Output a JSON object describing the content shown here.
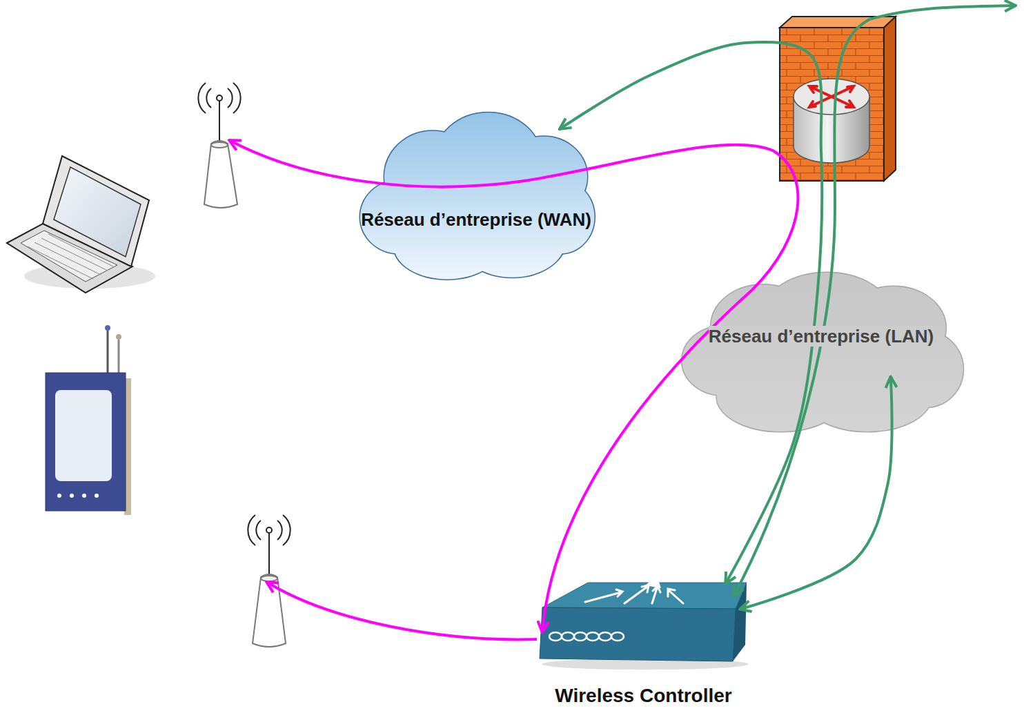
{
  "diagram": {
    "nodes": [
      {
        "text": [
          "Réseau d’entreprise (WAN)"
        ]
      },
      {
        "text": [
          "Réseau d’entreprise (LAN)"
        ]
      },
      {
        "text": [
          "Wireless Controller"
        ]
      }
    ],
    "edges": [
      {
        "from": 2,
        "to": 0,
        "arrow": "both"
      },
      {
        "from": 1,
        "to": 2,
        "arrow": "both"
      }
    ]
  }
}
